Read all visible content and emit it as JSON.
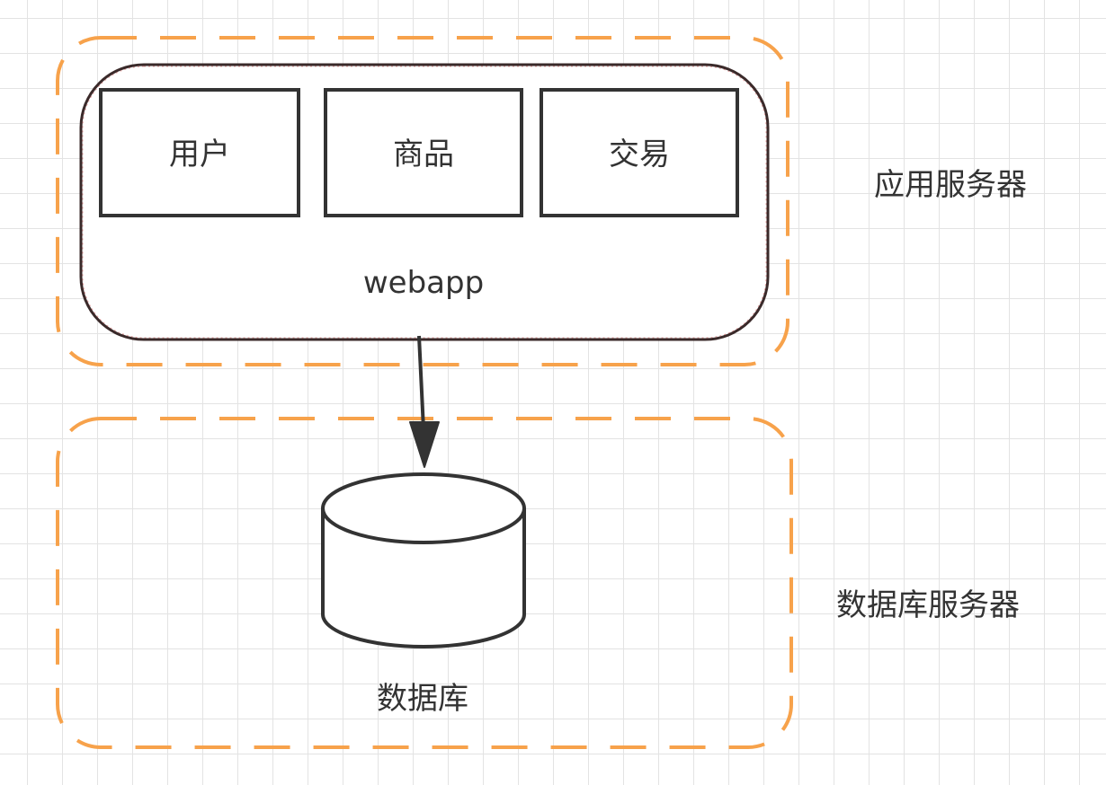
{
  "modules": [
    {
      "label": "用户"
    },
    {
      "label": "商品"
    },
    {
      "label": "交易"
    }
  ],
  "webapp": {
    "label": "webapp"
  },
  "app_server": {
    "label": "应用服务器"
  },
  "db_server": {
    "label": "数据库服务器"
  },
  "database": {
    "label": "数据库"
  },
  "colors": {
    "group_border": "#f7a24b",
    "box_border": "#333333",
    "webapp_border": "#3a2a2a",
    "grid": "#e3e3e3"
  }
}
